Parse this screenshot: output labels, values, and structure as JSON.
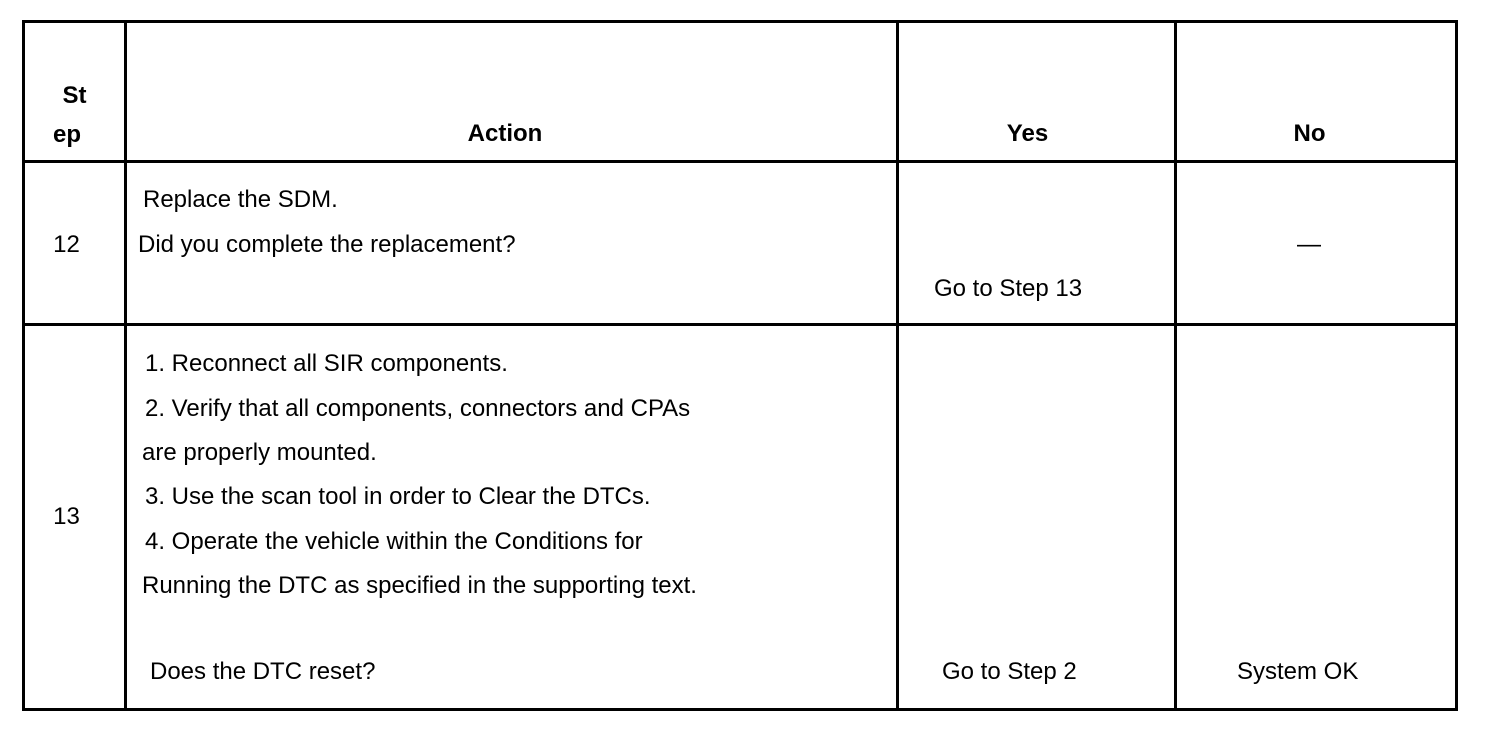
{
  "header": {
    "step_line1": "St",
    "step_line2": "ep",
    "action": "Action",
    "yes": "Yes",
    "no": "No"
  },
  "rows": [
    {
      "step": "12",
      "action_lines": [
        "Replace the SDM.",
        "Did you complete the replacement?"
      ],
      "yes": "Go to Step 13",
      "no": "—"
    },
    {
      "step": "13",
      "action_lines": [
        "1.   Reconnect all SIR components.",
        "2.   Verify that all components, connectors and CPAs",
        "are properly mounted.",
        "3.   Use the scan tool in order to Clear the DTCs.",
        "4.   Operate the vehicle within the Conditions for",
        "Running the DTC as specified in the supporting text.",
        "Does the DTC reset?"
      ],
      "yes": "Go to Step 2",
      "no": "System OK"
    }
  ]
}
